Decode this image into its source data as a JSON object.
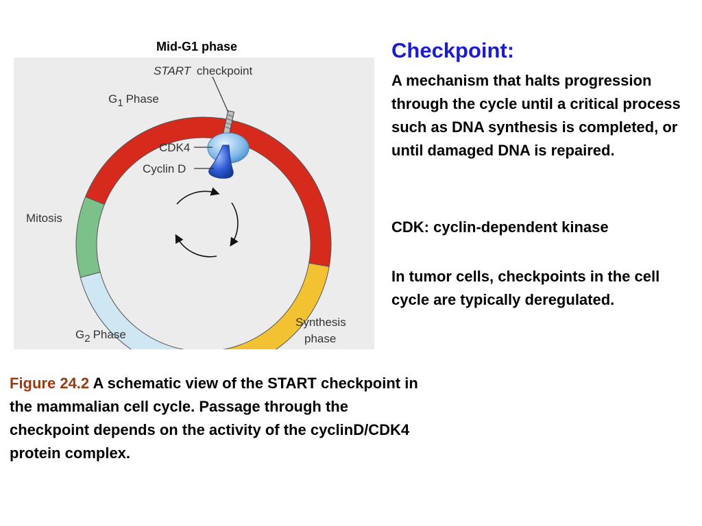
{
  "diagram": {
    "title": "Mid-G1 phase",
    "labels": {
      "start_checkpoint_prefix": "START",
      "start_checkpoint_suffix": "checkpoint",
      "g1_main": "G",
      "g1_sub": "1",
      "g1_suffix": "Phase",
      "cdk4": "CDK4",
      "cyclin_d": "Cyclin D",
      "mitosis": "Mitosis",
      "g2_main": "G",
      "g2_sub": "2",
      "g2_suffix": "Phase",
      "synthesis_line1": "Synthesis",
      "synthesis_line2": "phase"
    },
    "colors": {
      "g1": "#d52a1c",
      "mitosis": "#7cc08a",
      "g2": "#cfe6f3",
      "synthesis": "#f2c232",
      "cyclin_d": "#2f5bd4",
      "cdk4": "#7fb7e8"
    }
  },
  "text": {
    "heading": "Checkpoint:",
    "definition": "A mechanism that halts progression through the cycle until a critical process such as DNA synthesis is completed, or until damaged DNA is repaired.",
    "cdk_note": "CDK: cyclin-dependent kinase",
    "tumor_note": "In tumor cells, checkpoints in the cell cycle are typically deregulated.",
    "caption_label": "Figure 24.2",
    "caption_body": " A schematic view of the START checkpoint in the mammalian cell cycle. Passage through the checkpoint depends on the activity of the cyclinD/CDK4 protein complex."
  }
}
